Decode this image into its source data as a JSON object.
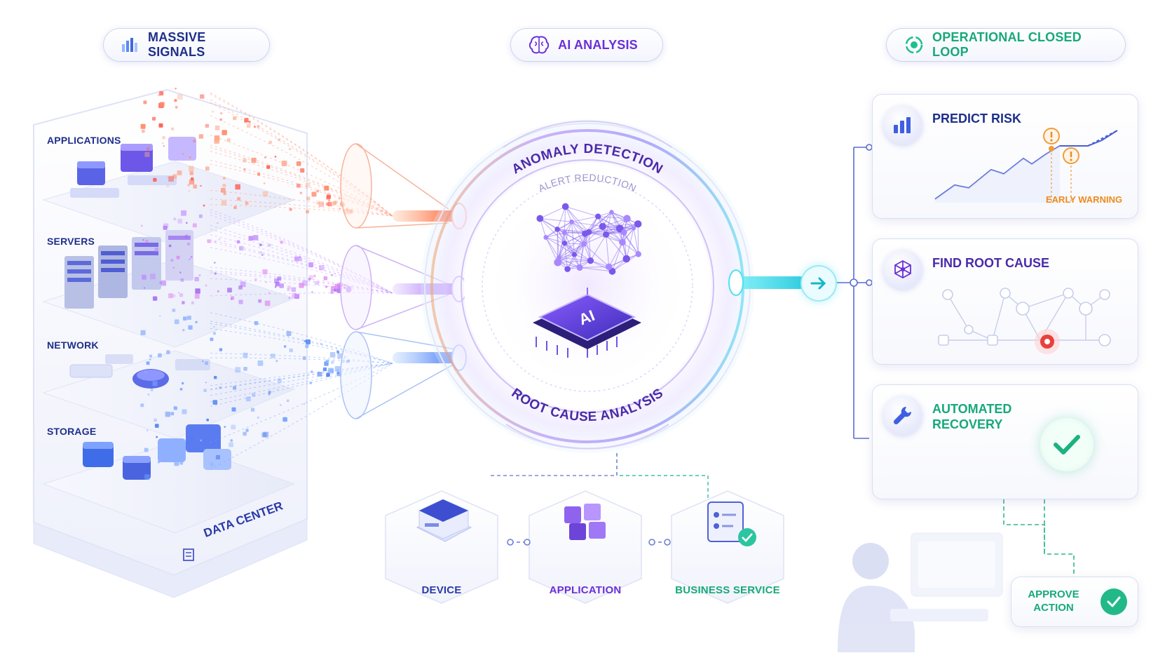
{
  "sections": {
    "signals": "MASSIVE SIGNALS",
    "ai": "AI ANALYSIS",
    "loop": "OPERATIONAL CLOSED LOOP"
  },
  "datacenter": {
    "layers": [
      "APPLICATIONS",
      "SERVERS",
      "NETWORK",
      "STORAGE"
    ],
    "base_label": "DATA CENTER"
  },
  "ai_core": {
    "outer_top": "ANOMALY DETECTION",
    "inner_top": "ALERT REDUCTION",
    "bottom": "ROOT CAUSE ANALYSIS",
    "chip": "AI"
  },
  "cards": {
    "predict": {
      "title": "PREDICT RISK",
      "note": "EARLY WARNING"
    },
    "root_cause": {
      "title": "FIND ROOT CAUSE"
    },
    "recovery": {
      "title_line1": "AUTOMATED",
      "title_line2": "RECOVERY"
    }
  },
  "topology": {
    "device": "DEVICE",
    "application": "APPLICATION",
    "business": "BUSINESS SERVICE"
  },
  "approve": {
    "line1": "APPROVE",
    "line2": "ACTION"
  },
  "colors": {
    "navy": "#1e2f8a",
    "purple": "#6b2fd6",
    "teal": "#17a97a",
    "orange": "#f08a1c",
    "red": "#e8403a",
    "cyan": "#2ad4e6"
  }
}
